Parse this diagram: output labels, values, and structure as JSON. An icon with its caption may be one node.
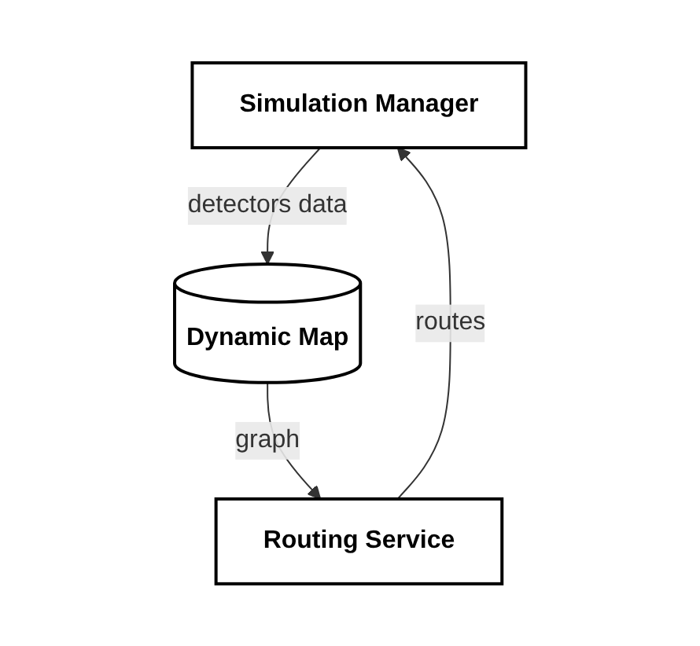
{
  "diagram": {
    "nodes": [
      {
        "text": [
          "Simulation Manager"
        ]
      },
      {
        "text": [
          "Dynamic Map"
        ]
      },
      {
        "text": [
          "Routing Service"
        ]
      }
    ],
    "edges": [
      {
        "from": 2,
        "to": 0,
        "arrow": "to",
        "label": "routes"
      },
      {
        "from": 0,
        "to": 1,
        "arrow": "to",
        "label": "detectors data"
      },
      {
        "from": 1,
        "to": 2,
        "arrow": "to",
        "label": "graph"
      }
    ]
  }
}
